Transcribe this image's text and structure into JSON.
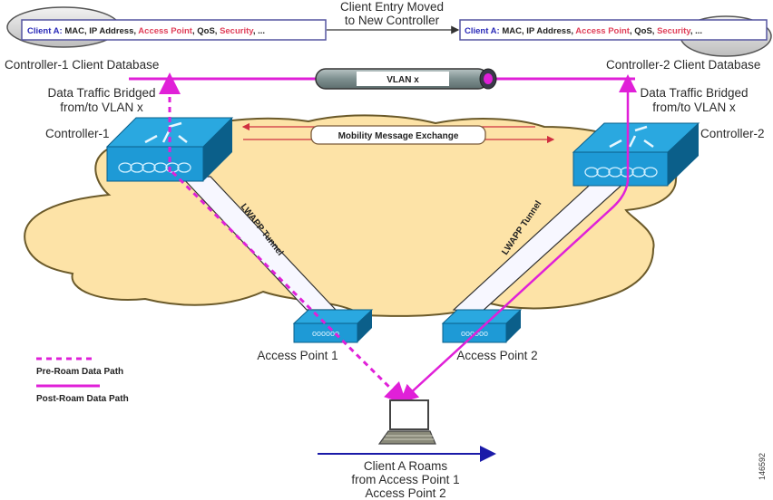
{
  "title_top": {
    "line1": "Client Entry Moved",
    "line2": "to New Controller"
  },
  "db1": {
    "prefix": "Client A:",
    "fields_a": " MAC, IP Address, ",
    "access_point": "Access Point",
    "fields_b": ", QoS, ",
    "security": "Security",
    "suffix": ", ...",
    "caption": "Controller-1 Client Database"
  },
  "db2": {
    "prefix": "Client A:",
    "fields_a": " MAC, IP Address, ",
    "access_point": "Access Point",
    "fields_b": ", QoS, ",
    "security": "Security",
    "suffix": ", ...",
    "caption": "Controller-2 Client Database"
  },
  "vlan": {
    "label": "VLAN x"
  },
  "bridge_left": {
    "line1": "Data Traffic Bridged",
    "line2": "from/to VLAN x"
  },
  "bridge_right": {
    "line1": "Data Traffic Bridged",
    "line2": "from/to VLAN x"
  },
  "controller1": {
    "label": "Controller-1"
  },
  "controller2": {
    "label": "Controller-2"
  },
  "mobility": {
    "label": "Mobility Message Exchange"
  },
  "tunnel_left": {
    "label": "LWAPP Tunnel"
  },
  "tunnel_right": {
    "label": "LWAPP Tunnel"
  },
  "ap1": {
    "label": "Access Point 1"
  },
  "ap2": {
    "label": "Access Point 2"
  },
  "legend": {
    "pre_roam": "Pre-Roam Data Path",
    "post_roam": "Post-Roam Data Path"
  },
  "roam_caption": {
    "line1": "Client A Roams",
    "line2": "from Access Point 1",
    "line3": "Access Point 2"
  },
  "figure_id": "146592",
  "colors": {
    "data_path": "#e020d8",
    "cloud_fill": "#fde3a7",
    "cloud_stroke": "#6b5a2a",
    "device_blue": "#1e9ad6",
    "device_dark": "#0b5f8a",
    "client_label": "#2a2ab8",
    "highlight_red": "#e0405a",
    "roam_arrow": "#1a1aa8",
    "mobility_arrow": "#d03040"
  }
}
